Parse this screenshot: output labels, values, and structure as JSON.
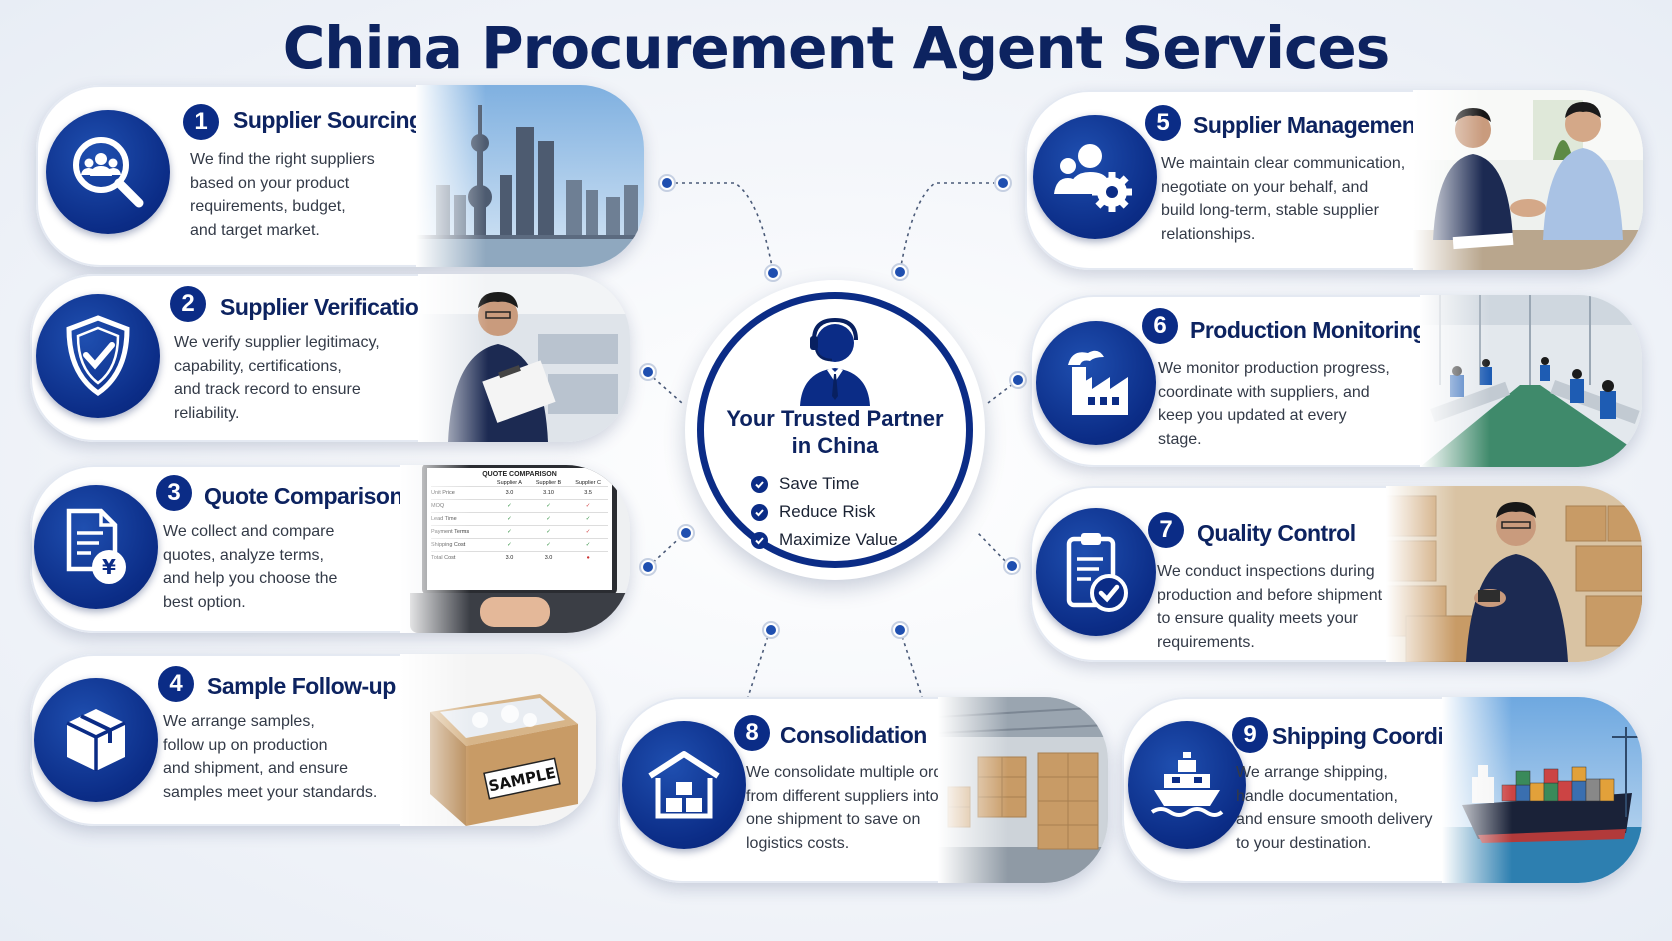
{
  "title": "China Procurement Agent Services",
  "center": {
    "title_line1": "Your Trusted Partner",
    "title_line2": "in China",
    "benefits": [
      "Save Time",
      "Reduce Risk",
      "Maximize Value"
    ]
  },
  "services": [
    {
      "num": "1",
      "title": "Supplier Sourcing",
      "desc": [
        "We find the right suppliers",
        "based on your product",
        "requirements, budget,",
        "and target market."
      ],
      "icon": "search-people-icon",
      "image": "city-skyline-image"
    },
    {
      "num": "2",
      "title": "Supplier Verification",
      "desc": [
        "We verify supplier legitimacy,",
        "capability, certifications,",
        "and track record to ensure",
        "reliability."
      ],
      "icon": "shield-check-icon",
      "image": "inspector-clipboard-image"
    },
    {
      "num": "3",
      "title": "Quote Comparison",
      "desc": [
        "We collect and compare",
        "quotes, analyze terms,",
        "and help you choose the",
        "best option."
      ],
      "icon": "document-yen-icon",
      "image": "laptop-quote-image"
    },
    {
      "num": "4",
      "title": "Sample Follow-up",
      "desc": [
        "We arrange samples,",
        "follow up on production",
        "and shipment, and ensure",
        "samples meet your standards."
      ],
      "icon": "box-icon",
      "image": "sample-box-image"
    },
    {
      "num": "5",
      "title": "Supplier Management",
      "desc": [
        "We maintain clear communication,",
        "negotiate on your behalf, and",
        "build long-term, stable supplier",
        "relationships."
      ],
      "icon": "people-gear-icon",
      "image": "handshake-meeting-image"
    },
    {
      "num": "6",
      "title": "Production Monitoring",
      "desc": [
        "We monitor production progress,",
        "coordinate with suppliers, and",
        "keep you updated at every",
        "stage."
      ],
      "icon": "factory-icon",
      "image": "factory-floor-image"
    },
    {
      "num": "7",
      "title": "Quality Control",
      "desc": [
        "We conduct inspections during",
        "production and before shipment",
        "to ensure quality meets your",
        "requirements."
      ],
      "icon": "clipboard-check-icon",
      "image": "inspection-warehouse-image"
    },
    {
      "num": "8",
      "title": "Consolidation",
      "desc": [
        "We consolidate multiple orders",
        "from different suppliers into",
        "one shipment to save on",
        "logistics costs."
      ],
      "icon": "warehouse-icon",
      "image": "warehouse-pallets-image"
    },
    {
      "num": "9",
      "title": "Shipping Coordination",
      "desc": [
        "We arrange shipping,",
        "handle documentation,",
        "and ensure smooth delivery",
        "to your destination."
      ],
      "icon": "ship-icon",
      "image": "cargo-ship-image"
    }
  ],
  "quote_table": {
    "heading": "QUOTE COMPARISON",
    "columns": [
      "Supplier A",
      "Supplier B",
      "Supplier C"
    ],
    "rows": [
      {
        "label": "Unit Price",
        "vals": [
          "3.0",
          "3.10",
          "3.5"
        ]
      },
      {
        "label": "MOQ",
        "vals": [
          "✓",
          "✓",
          "✓"
        ]
      },
      {
        "label": "Lead Time",
        "vals": [
          "✓",
          "✓",
          "✓"
        ]
      },
      {
        "label": "Payment Terms",
        "vals": [
          "✓",
          "✓",
          "✓"
        ]
      },
      {
        "label": "Shipping Cost",
        "vals": [
          "✓",
          "✓",
          "✓"
        ]
      },
      {
        "label": "Total Cost",
        "vals": [
          "3.0",
          "3.0",
          "●"
        ]
      }
    ]
  },
  "sample_label": "SAMPLE",
  "colors": {
    "navy": "#0b2c86",
    "title": "#0d2360",
    "dot": "#1f4fb0"
  }
}
